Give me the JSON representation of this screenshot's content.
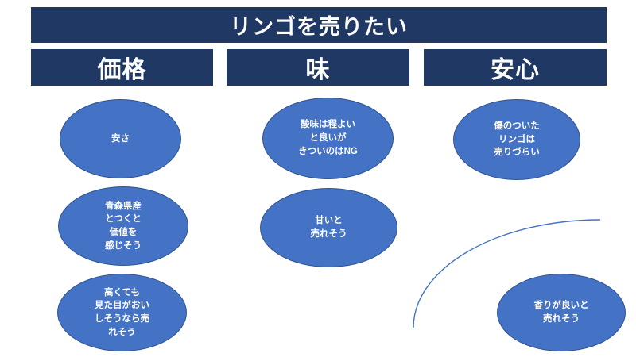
{
  "slide": {
    "title": "リンゴを売りたい",
    "columns": [
      {
        "header": "価格",
        "notes": [
          "安さ",
          "青森県産\nとつくと\n価値を\n感じそう",
          "高くても\n見た目がおい\nしそうなら売\nれそう"
        ]
      },
      {
        "header": "味",
        "notes": [
          "酸味は程よい\nと良いが\nきついのはNG",
          "甘いと\n売れそう"
        ]
      },
      {
        "header": "安心",
        "notes": [
          "傷のついた\nリンゴは\n売りづらい",
          "香りが良いと\n売れそう"
        ]
      }
    ],
    "colors": {
      "background": "#FFFFFF",
      "header_bg": "#1F3864",
      "header_text": "#FFFFFF",
      "ellipse_fill": "#4472C4",
      "ellipse_border": "#2F528F",
      "ellipse_text": "#FFFFFF",
      "arc_stroke": "#4472C4"
    }
  }
}
